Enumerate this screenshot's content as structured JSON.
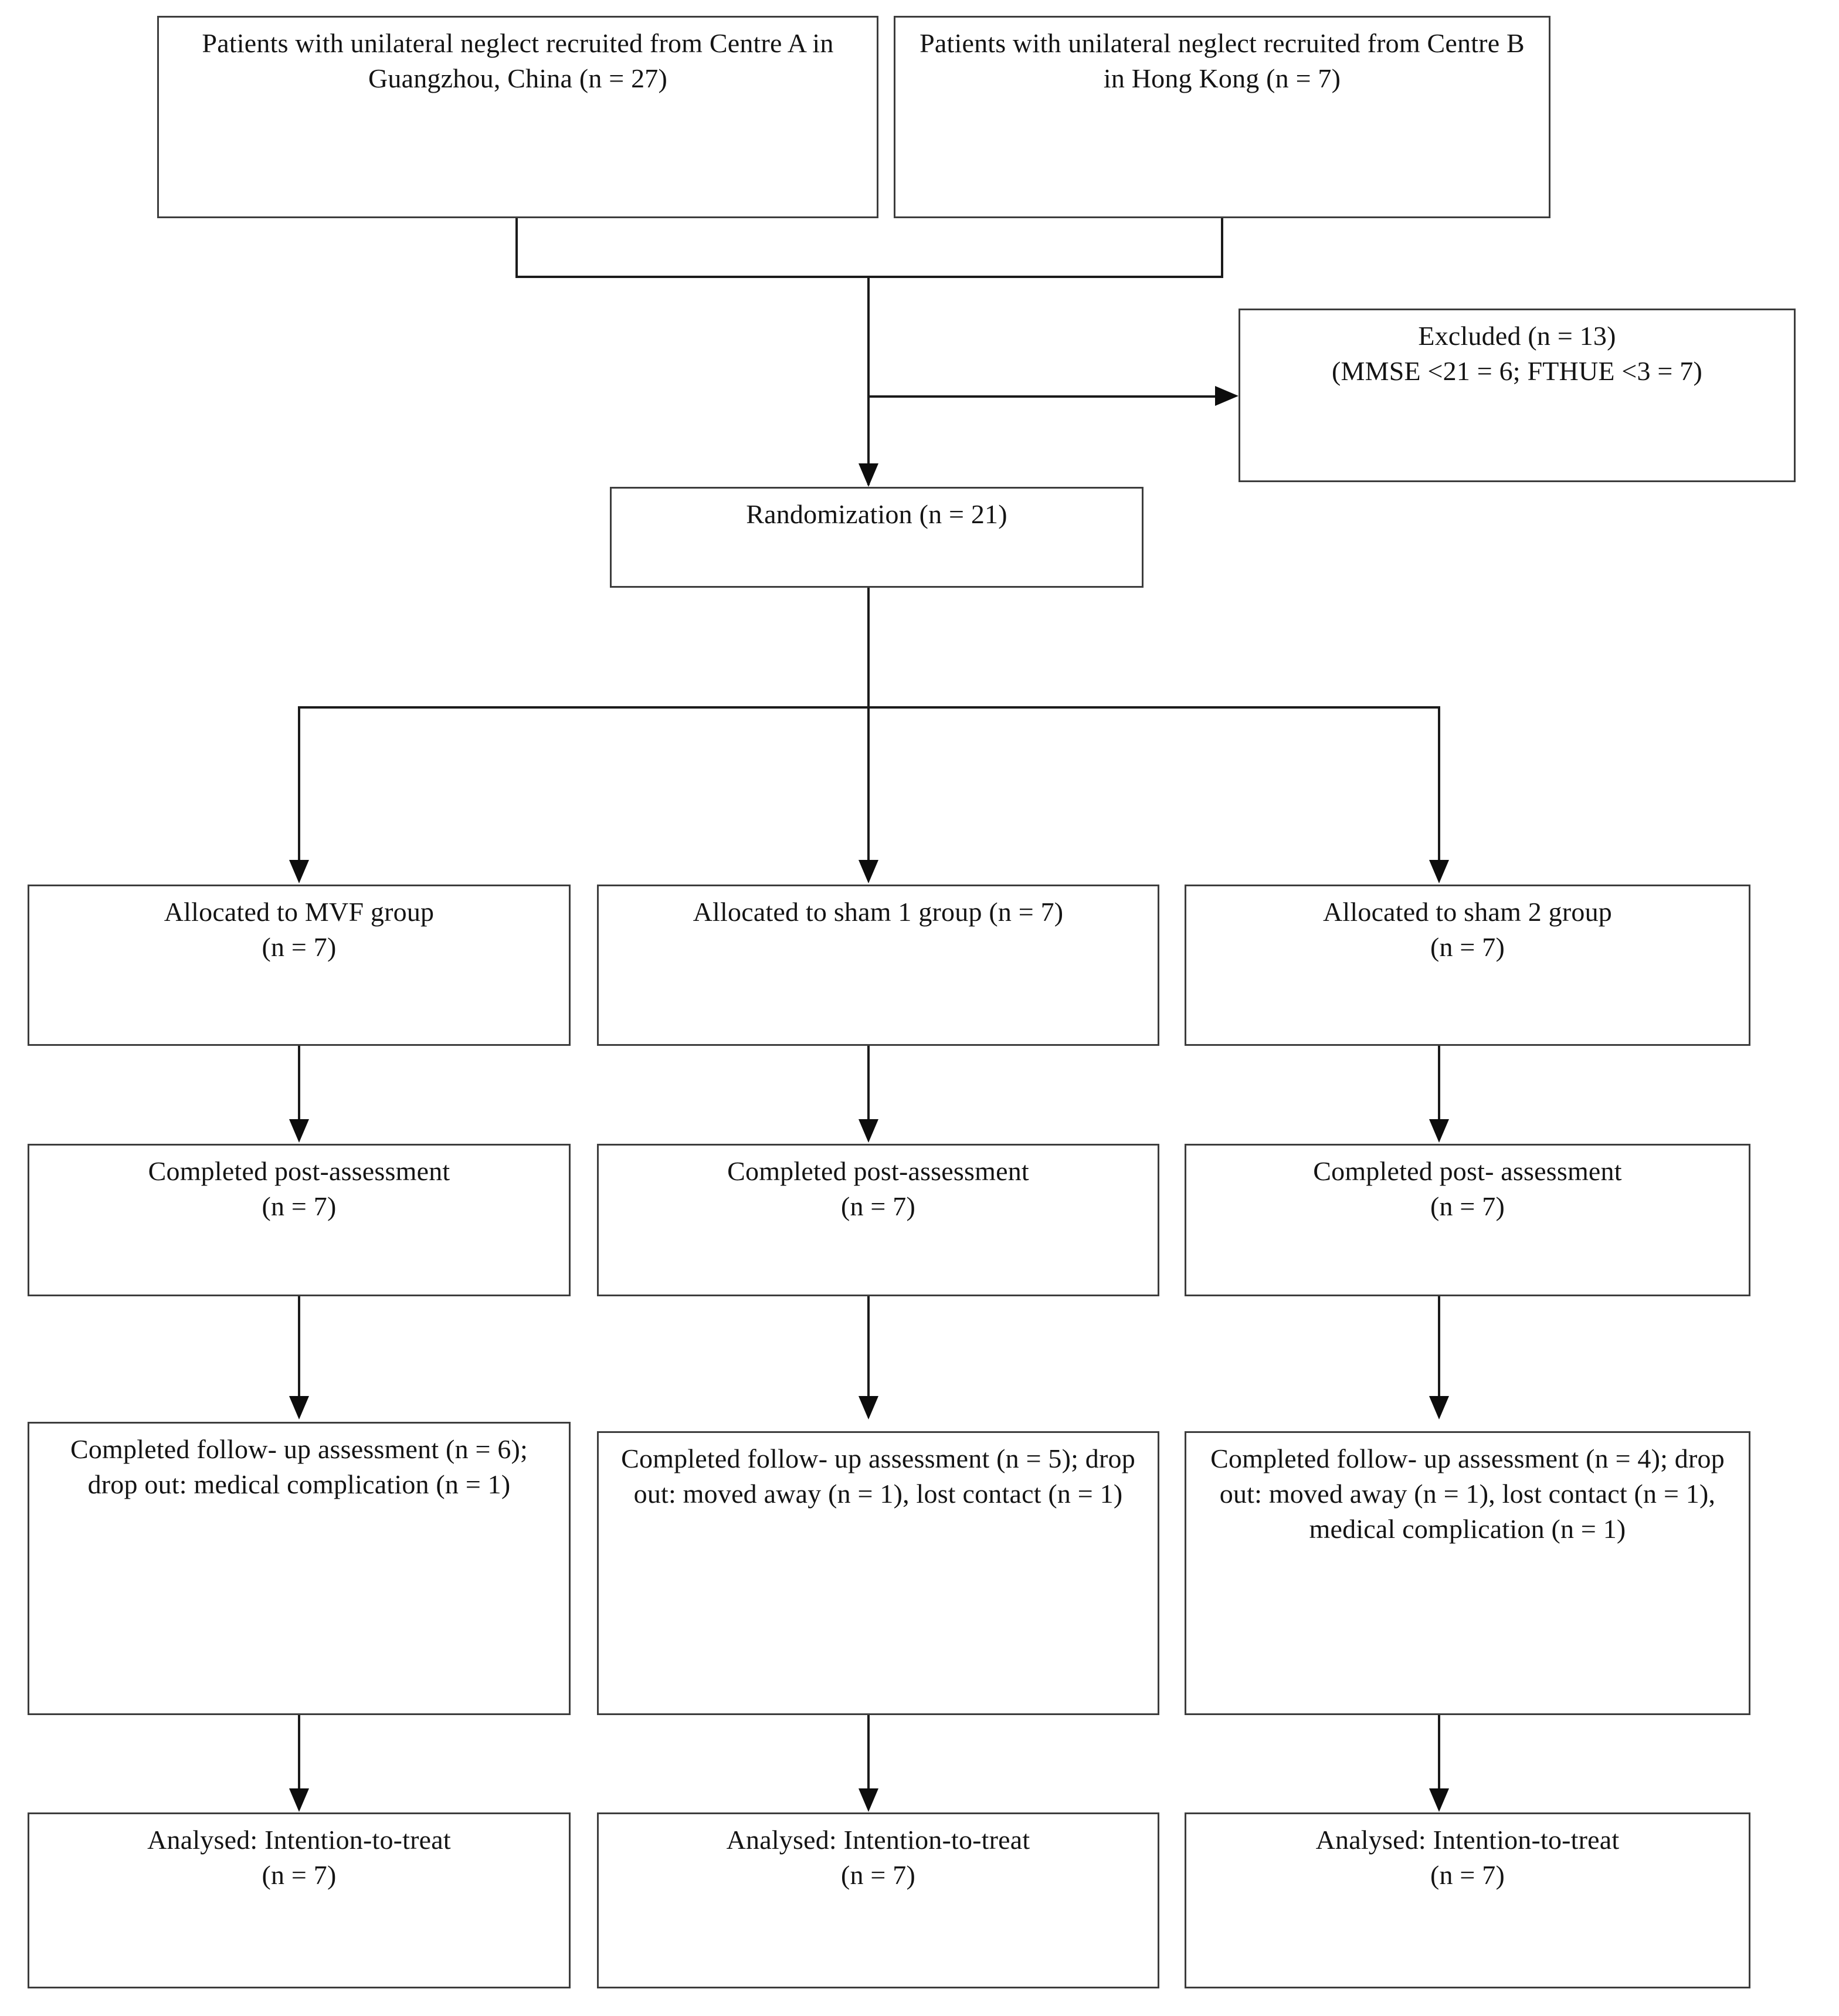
{
  "diagram": {
    "title": "CONSORT participant flow diagram",
    "type": "flowchart",
    "nodes": {
      "recruit_a": "Patients with unilateral neglect recruited from Centre A in Guangzhou, China (n = 27)",
      "recruit_b": "Patients with unilateral neglect recruited from Centre B in Hong Kong (n = 7)",
      "excluded": "Excluded (n = 13)\n(MMSE <21 = 6; FTHUE <3 = 7)",
      "randomization": "Randomization (n = 21)",
      "alloc_mvf": "Allocated to MVF group\n(n = 7)",
      "alloc_sham1": "Allocated to sham 1 group (n = 7)",
      "alloc_sham2": "Allocated to sham 2 group\n(n = 7)",
      "post_mvf": "Completed post-assessment\n(n = 7)",
      "post_sham1": "Completed post-assessment\n(n = 7)",
      "post_sham2": "Completed post- assessment\n(n = 7)",
      "follow_mvf": "Completed follow- up assessment (n = 6); drop out: medical complication (n = 1)",
      "follow_sham1": "Completed follow- up assessment (n = 5); drop out: moved away (n = 1), lost contact (n = 1)",
      "follow_sham2": "Completed follow- up assessment (n = 4); drop out: moved away (n = 1), lost contact (n = 1), medical complication (n = 1)",
      "analysed_mvf": "Analysed: Intention-to-treat\n(n = 7)",
      "analysed_sham1": "Analysed: Intention-to-treat\n(n = 7)",
      "analysed_sham2": "Analysed: Intention-to-treat\n(n = 7)"
    },
    "counts": {
      "recruited_centre_a": 27,
      "recruited_centre_b": 7,
      "excluded_total": 13,
      "excluded_mmse_lt21": 6,
      "excluded_fthue_lt3": 7,
      "randomized": 21,
      "allocated_mvf": 7,
      "allocated_sham1": 7,
      "allocated_sham2": 7,
      "post_assessment_mvf": 7,
      "post_assessment_sham1": 7,
      "post_assessment_sham2": 7,
      "followup_mvf": 6,
      "followup_sham1": 5,
      "followup_sham2": 4,
      "analysed_mvf": 7,
      "analysed_sham1": 7,
      "analysed_sham2": 7
    },
    "colors": {
      "border": "#3d3d3d",
      "line": "#1b1b1b",
      "background": "#ffffff",
      "text": "#141414"
    }
  }
}
